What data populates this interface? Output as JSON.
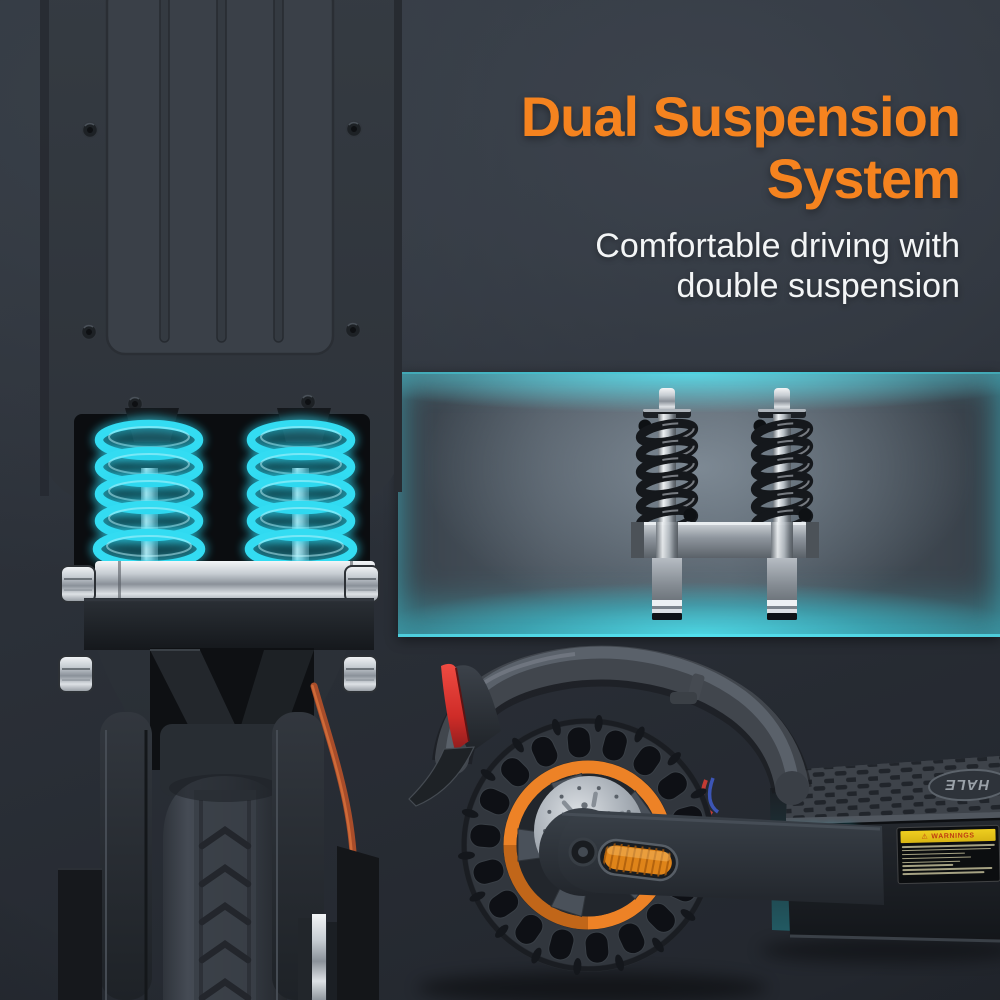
{
  "hero": {
    "headline_line1": "Dual Suspension",
    "headline_line2": "System",
    "subtitle_line1": "Comfortable driving with",
    "subtitle_line2": "double suspension"
  },
  "deck": {
    "brand_partial": "HALE",
    "warning_label_title": "WARNINGS"
  },
  "icons": {
    "warning_triangle": "⚠"
  },
  "colors": {
    "headline_orange": "#F5831F",
    "subtitle_white": "#F3F5F6",
    "spring_glow_cyan": "#2FD9EF",
    "band_teal_glow": "#3FC9D9",
    "wheel_rim_orange": "#ED8226",
    "reflector_amber": "#DF8419",
    "tail_light_red": "#E03838",
    "brake_cable_orange": "#A84D2A",
    "background_dark": "#262B32"
  }
}
